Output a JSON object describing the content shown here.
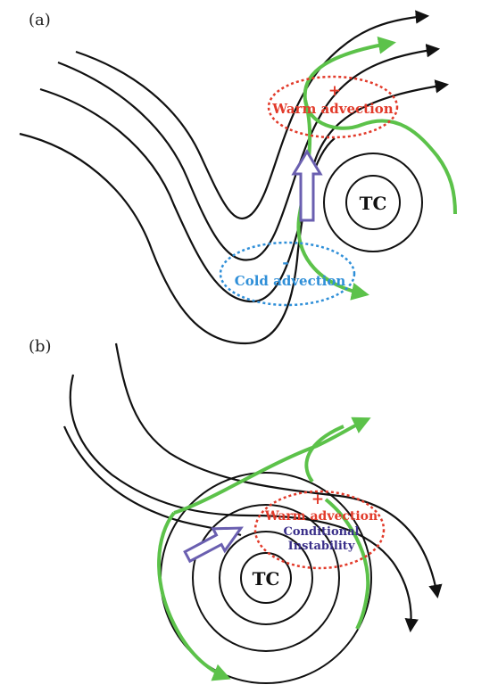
{
  "panels": [
    {
      "label": "(a)",
      "tc": "TC",
      "warm_sign": "+",
      "warm_text": "Warm advection",
      "cold_sign": "-",
      "cold_text": "Cold advection"
    },
    {
      "label": "(b)",
      "tc": "TC",
      "warm_sign": "+",
      "warm_text": "Warm advection",
      "instab_line1": "Conditional",
      "instab_line2": "Instability"
    }
  ],
  "colors": {
    "streamline": "#111111",
    "green_flow": "#5cc24a",
    "warm": "#e23a2a",
    "cold": "#2f8fd8",
    "arrow": "#6a5fb0",
    "instability": "#3a2f8a"
  }
}
